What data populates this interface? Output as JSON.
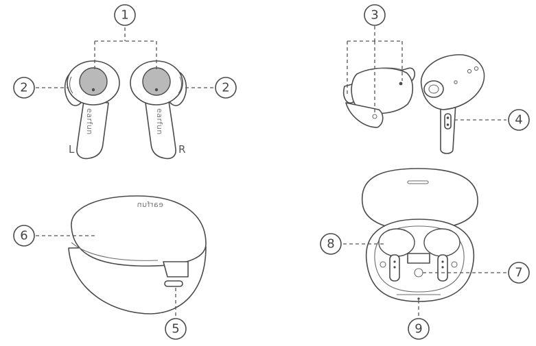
{
  "callouts": {
    "c1": "1",
    "c2_left": "2",
    "c2_right": "2",
    "c3": "3",
    "c4": "4",
    "c5": "5",
    "c6": "6",
    "c7": "7",
    "c8": "8",
    "c9": "9"
  },
  "labels": {
    "left": "L",
    "right": "R"
  },
  "logo_text": "earfun",
  "icons": [
    "earbud-left-icon",
    "earbud-right-icon",
    "earbud-side-icon",
    "charging-case-closed-icon",
    "charging-case-open-icon"
  ],
  "colors": {
    "line": "#4a4a4a",
    "touch_pad": "#b9b9b9",
    "background": "#ffffff"
  }
}
